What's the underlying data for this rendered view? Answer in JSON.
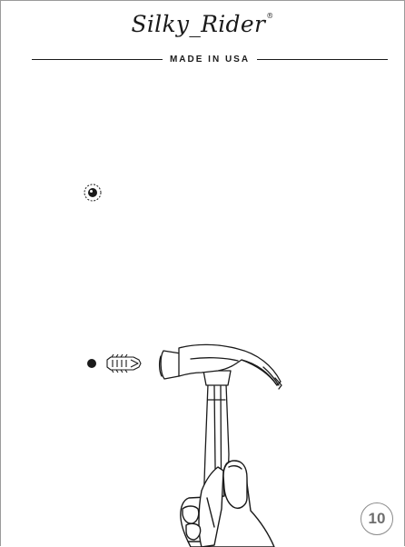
{
  "header": {
    "brand_name": "Silky_Rider",
    "trademark": "®",
    "tagline": "MADE IN USA"
  },
  "illustration": {
    "step_icons": [
      "drilled-hole-icon",
      "wall-anchor-dot-icon",
      "wall-anchor-plug-icon",
      "hammer-icon",
      "hand-icon"
    ]
  },
  "footer": {
    "page_number": "10"
  }
}
